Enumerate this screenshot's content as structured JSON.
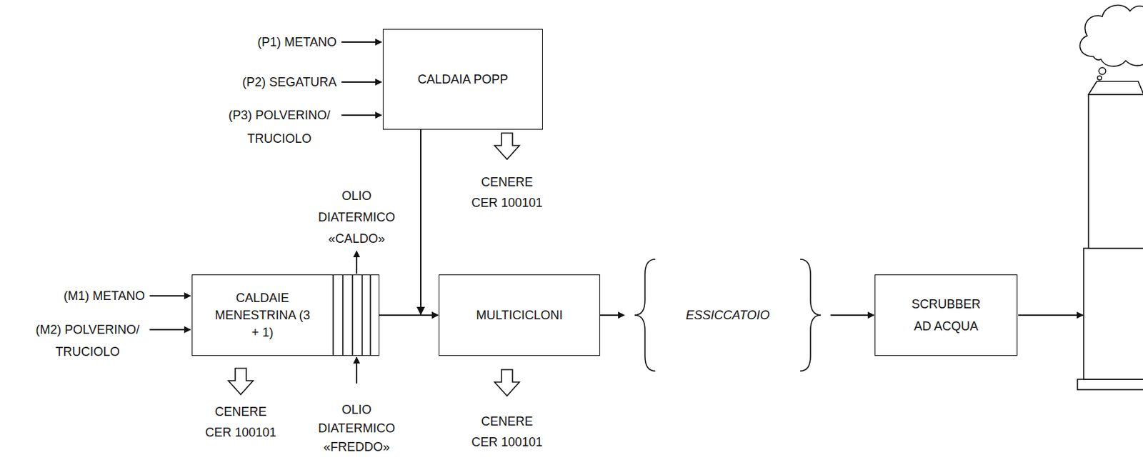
{
  "diagram": {
    "nodes": [
      {
        "text": [
          "CALDAIA POPP"
        ]
      },
      {
        "text": [
          "CALDAIE MENESTRINA (3 + 1)"
        ]
      },
      {
        "text": [
          "MULTICICLONI"
        ]
      },
      {
        "text": [
          "ESSICCATOIO"
        ]
      },
      {
        "text": [
          "SCRUBBER AD ACQUA"
        ]
      }
    ],
    "edges": [
      {
        "from": 0,
        "to": 2,
        "arrow": "to"
      },
      {
        "from": 1,
        "to": 2,
        "arrow": "to"
      },
      {
        "from": 2,
        "to": 3,
        "arrow": "to"
      },
      {
        "from": 3,
        "to": 4,
        "arrow": "to"
      }
    ],
    "labels": [
      "(P1) METANO",
      "(P2) SEGATURA",
      "(P3) POLVERINO/ TRUCIOLO",
      "CENERE CER 100101",
      "OLIO DIATERMICO «CALDO»",
      "(M1) METANO",
      "(M2) POLVERINO/ TRUCIOLO",
      "CENERE CER 100101",
      "OLIO DIATERMICO «FREDDO»",
      "CENERE CER 100101"
    ]
  }
}
